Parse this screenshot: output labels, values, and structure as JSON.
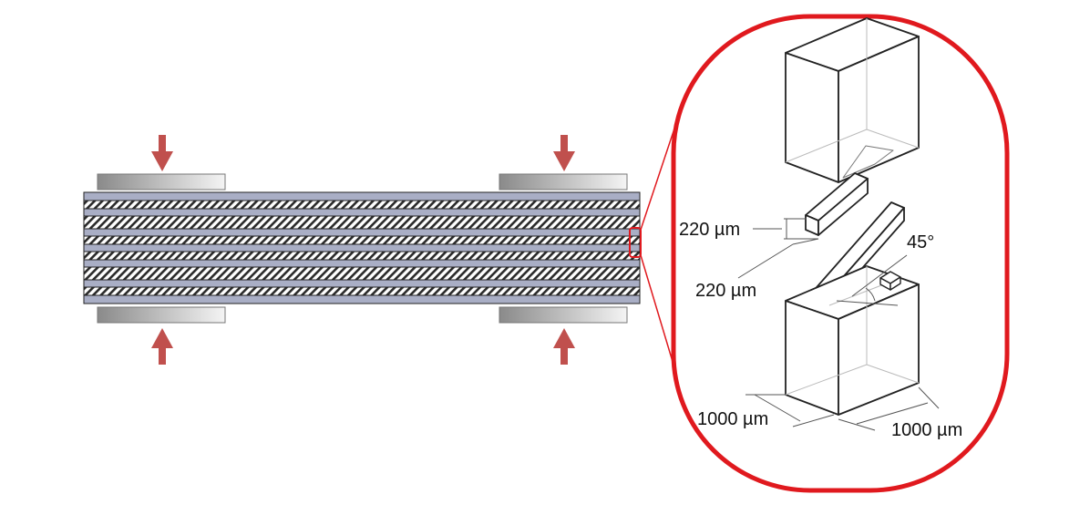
{
  "labels": {
    "beam_width": "220 µm",
    "beam_height": "220 µm",
    "angle": "45°",
    "block_depth": "1000 µm",
    "block_width": "1000 µm"
  },
  "colors": {
    "arrow": "#c0504d",
    "highlight": "#e0191e",
    "layer_fill": "#a9aec5",
    "hatch": "#2a2a2a",
    "outline": "#222222",
    "clamp_dark": "#8a8a8a",
    "clamp_light": "#f4f4f4"
  },
  "icons": {
    "load_arrow": "arrow-down-icon",
    "load_arrow_up": "arrow-up-icon"
  }
}
